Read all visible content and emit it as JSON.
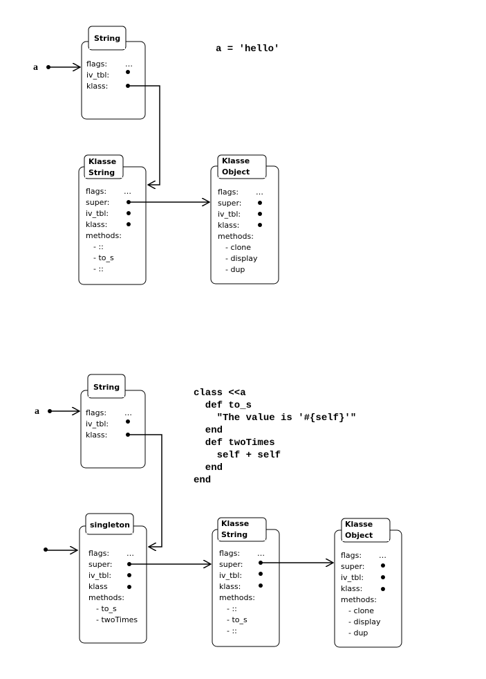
{
  "top": {
    "variable": "a",
    "code": [
      "a = 'hello'"
    ],
    "string_obj": {
      "title": "String",
      "fields": [
        "flags:",
        "iv_tbl:",
        "klass:"
      ],
      "flags_value": "…"
    },
    "klass_string": {
      "title": [
        "Klasse",
        "String"
      ],
      "fields": [
        "flags:",
        "super:",
        "iv_tbl:",
        "klass:",
        "methods:"
      ],
      "flags_value": "…",
      "methods": [
        "- ::",
        "- to_s",
        "- ::"
      ]
    },
    "klass_object": {
      "title": [
        "Klasse",
        "Object"
      ],
      "fields": [
        "flags:",
        "super:",
        "iv_tbl:",
        "klass:",
        "methods:"
      ],
      "flags_value": "…",
      "methods": [
        "- clone",
        "- display",
        "- dup"
      ]
    }
  },
  "bottom": {
    "variable": "a",
    "code": [
      "class <<a",
      "  def to_s",
      "    \"The value is '#{self}'\"",
      "  end",
      "  def twoTimes",
      "    self + self",
      "  end",
      "end"
    ],
    "string_obj": {
      "title": "String",
      "fields": [
        "flags:",
        "iv_tbl:",
        "klass:"
      ],
      "flags_value": "…"
    },
    "singleton": {
      "title": "singleton",
      "fields": [
        "flags:",
        "super:",
        "iv_tbl:",
        "klass",
        "methods:"
      ],
      "flags_value": "…",
      "methods": [
        "- to_s",
        "- twoTimes"
      ]
    },
    "klass_string": {
      "title": [
        "Klasse",
        "String"
      ],
      "fields": [
        "flags:",
        "super:",
        "iv_tbl:",
        "klass:",
        "methods:"
      ],
      "flags_value": "…",
      "methods": [
        "- ::",
        "- to_s",
        "- ::"
      ]
    },
    "klass_object": {
      "title": [
        "Klasse",
        "Object"
      ],
      "fields": [
        "flags:",
        "super:",
        "iv_tbl:",
        "klass:",
        "methods:"
      ],
      "flags_value": "…",
      "methods": [
        "- clone",
        "- display",
        "- dup"
      ]
    }
  }
}
